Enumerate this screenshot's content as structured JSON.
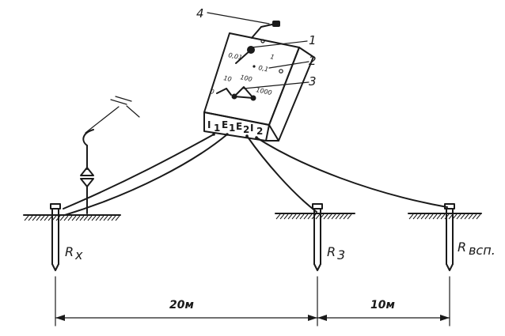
{
  "callouts": {
    "c1": "1",
    "c2": "2",
    "c3": "3",
    "c4": "4"
  },
  "terminals": {
    "t1": "I",
    "t1_sub": "1",
    "e1": "E",
    "e1_sub": "1",
    "e2": "E",
    "e2_sub": "2",
    "t2": "I",
    "t2_sub": "2"
  },
  "dial": {
    "a": "0,01",
    "b": "1",
    "c": "0,1",
    "d": "10",
    "e": "100",
    "f": "1000",
    "g": "0"
  },
  "electrodes": {
    "rx": "R",
    "rx_sub": "x",
    "rz": "R",
    "rz_sub": "3",
    "rv": "R",
    "rv_sub": "всп."
  },
  "dimensions": {
    "d1": "20м",
    "d2": "10м"
  }
}
